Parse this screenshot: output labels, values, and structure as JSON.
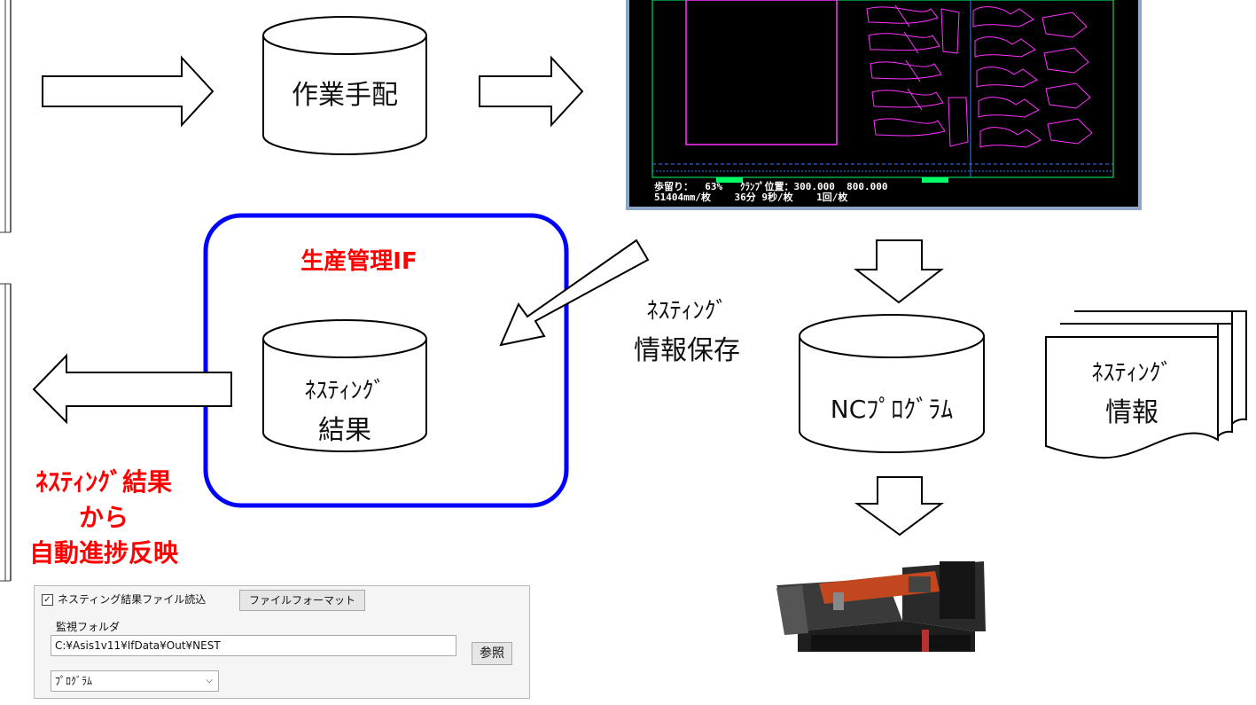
{
  "nodes": {
    "sagyo_tehai": "作業手配",
    "nesting_kekka_line1": "ﾈｽﾃｨﾝｸﾞ",
    "nesting_kekka_line2": "結果",
    "nc_program": "NCﾌﾟﾛｸﾞﾗﾑ",
    "nesting_joho_line1": "ﾈｽﾃｨﾝｸﾞ",
    "nesting_joho_line2": "情報"
  },
  "labels": {
    "seisan_kanri_if": "生産管理IF",
    "hozon_line1": "ﾈｽﾃｨﾝｸﾞ",
    "hozon_line2": "情報保存",
    "auto_line1": "ﾈｽﾃｨﾝｸﾞ結果",
    "auto_line2": "から",
    "auto_line3": "自動進捗反映"
  },
  "cad": {
    "status_line1": "歩留り：  63%   ｸﾗﾝﾌﾟ位置：300.000  800.000",
    "status_line2": "51404mm/枚    36分 9秒/枚    1回/枚"
  },
  "panel": {
    "checkbox_label": "ネスティング結果ファイル読込",
    "checkbox_checked": true,
    "format_button": "ファイルフォーマット",
    "folder_label": "監視フォルダ",
    "folder_path": "C:¥Asis1v11¥IfData¥Out¥NEST",
    "browse_button": "参照",
    "select_value": "ﾌﾟﾛｸﾞﾗﾑ"
  },
  "colors": {
    "highlight_box": "#0000ff",
    "emphasis_text": "#ff0000",
    "cad_part": "#ff33ff",
    "cad_frame": "#00ff66"
  }
}
